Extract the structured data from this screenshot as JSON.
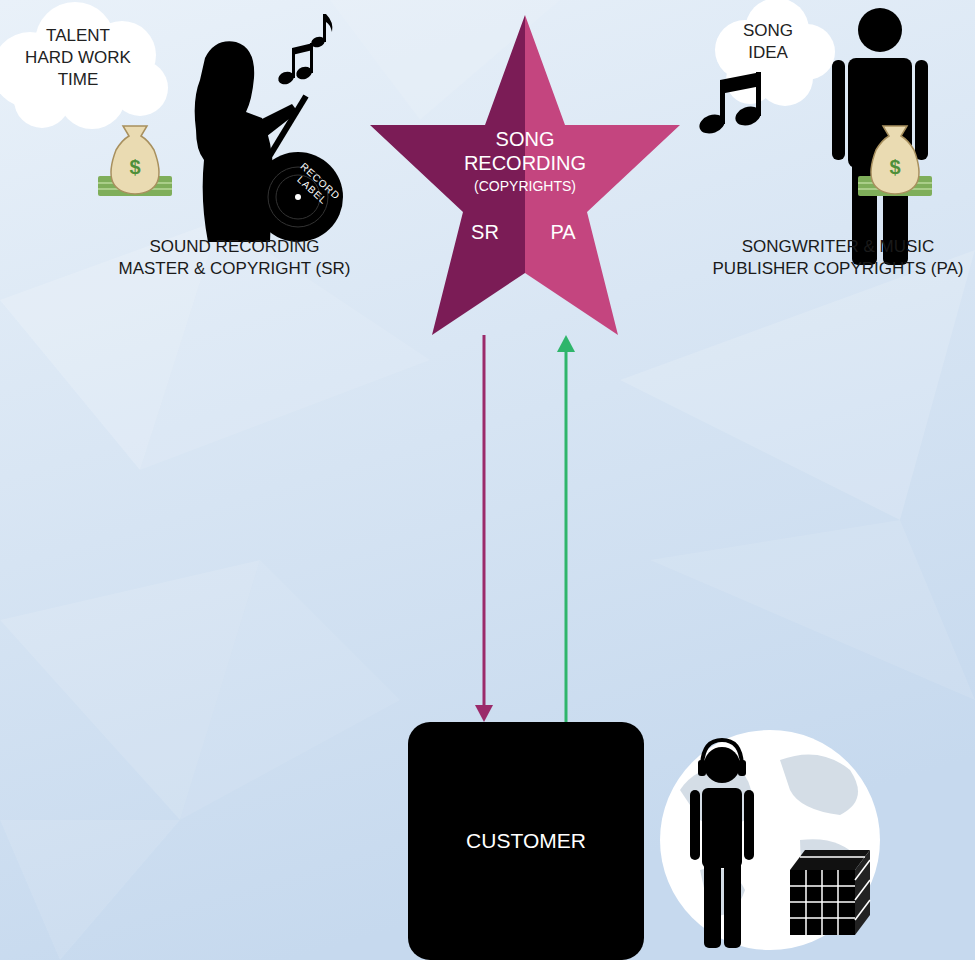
{
  "diagram": {
    "nodes": [
      {
        "text": [
          "TALENT HARD WORK TIME"
        ]
      },
      {
        "text": [
          "RECORD LABEL"
        ]
      },
      {
        "text": [
          "SONG RECORDING",
          "(COPYRIGHTS)",
          "SR",
          "PA"
        ]
      },
      {
        "text": [
          "SONG IDEA"
        ]
      },
      {
        "text": [
          "CUSTOMER"
        ]
      }
    ],
    "edges": [
      {
        "from": 2,
        "to": 4,
        "arrow": "to"
      },
      {
        "from": 4,
        "to": 2,
        "arrow": "to"
      }
    ],
    "labels": [
      "SOUND RECORDING MASTER & COPYRIGHT (SR)",
      "SONGWRITER & MUSIC PUBLISHER COPYRIGHTS (PA)",
      "$",
      "$"
    ]
  }
}
